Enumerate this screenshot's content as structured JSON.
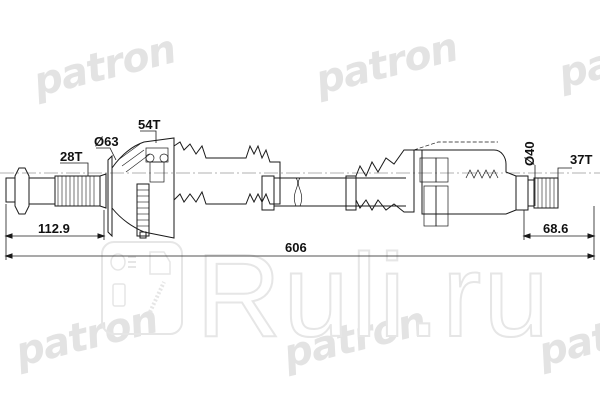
{
  "drawing": {
    "subject": "drive-shaft",
    "watermarks": {
      "brand": "patron",
      "site": "Ruli.ru"
    },
    "dimensions": {
      "inner_spline_teeth": "28T",
      "inner_joint_diameter": "Ø63",
      "abs_ring_teeth": "54T",
      "outer_joint_diameter": "Ø40",
      "outer_spline_teeth": "37T",
      "inner_length": "112.9",
      "total_length": "606",
      "outer_length": "68.6"
    },
    "colors": {
      "line": "#1a1a1a",
      "watermark": "#e3e3e3",
      "background": "#ffffff"
    }
  }
}
